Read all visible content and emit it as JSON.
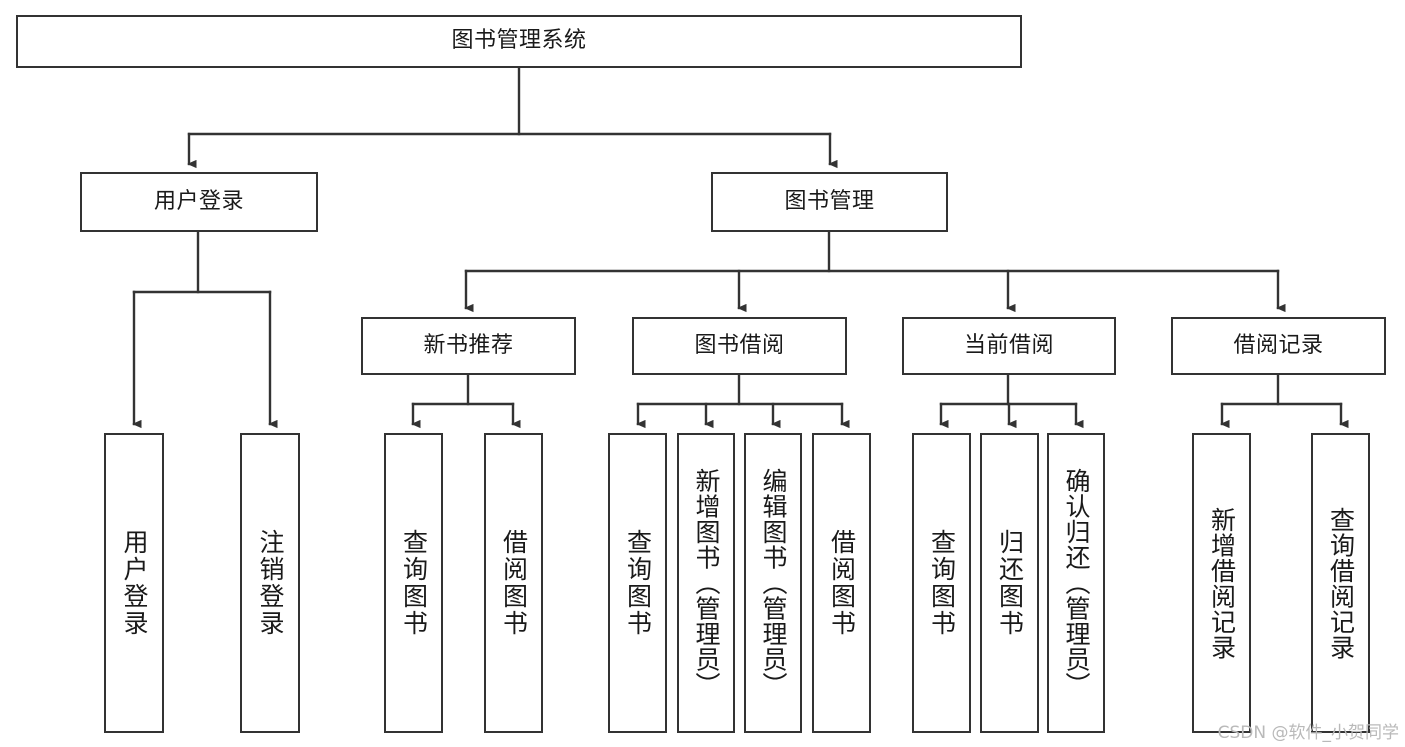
{
  "diagram": {
    "type": "tree-hierarchy",
    "title": "图书管理系统",
    "watermark": "CSDN @软件_小贺同学",
    "colors": {
      "stroke": "#333333",
      "background": "#ffffff",
      "text": "#1a1a1a",
      "watermark": "#b9b9b9"
    },
    "levels": {
      "root": {
        "label": "图书管理系统"
      },
      "level2": [
        {
          "id": "user-login",
          "label": "用户登录"
        },
        {
          "id": "book-management",
          "label": "图书管理"
        }
      ],
      "level3": [
        {
          "id": "new-book-recommend",
          "label": "新书推荐",
          "parent": "book-management"
        },
        {
          "id": "book-borrow",
          "label": "图书借阅",
          "parent": "book-management"
        },
        {
          "id": "current-borrow",
          "label": "当前借阅",
          "parent": "book-management"
        },
        {
          "id": "borrow-record",
          "label": "借阅记录",
          "parent": "book-management"
        }
      ],
      "leaves": [
        {
          "id": "leaf-user-login",
          "label": "用户登录",
          "parent": "user-login"
        },
        {
          "id": "leaf-logout",
          "label": "注销登录",
          "parent": "user-login"
        },
        {
          "id": "leaf-query-book-1",
          "label": "查询图书",
          "parent": "new-book-recommend"
        },
        {
          "id": "leaf-borrow-book-1",
          "label": "借阅图书",
          "parent": "new-book-recommend"
        },
        {
          "id": "leaf-query-book-2",
          "label": "查询图书",
          "parent": "book-borrow"
        },
        {
          "id": "leaf-add-book",
          "label": "新增图书（管理员）",
          "parent": "book-borrow"
        },
        {
          "id": "leaf-edit-book",
          "label": "编辑图书（管理员）",
          "parent": "book-borrow"
        },
        {
          "id": "leaf-borrow-book-2",
          "label": "借阅图书",
          "parent": "book-borrow"
        },
        {
          "id": "leaf-query-book-3",
          "label": "查询图书",
          "parent": "current-borrow"
        },
        {
          "id": "leaf-return-book",
          "label": "归还图书",
          "parent": "current-borrow"
        },
        {
          "id": "leaf-confirm-return",
          "label": "确认归还（管理员）",
          "parent": "current-borrow"
        },
        {
          "id": "leaf-add-record",
          "label": "新增借阅记录",
          "parent": "borrow-record"
        },
        {
          "id": "leaf-query-record",
          "label": "查询借阅记录",
          "parent": "borrow-record"
        }
      ]
    }
  }
}
